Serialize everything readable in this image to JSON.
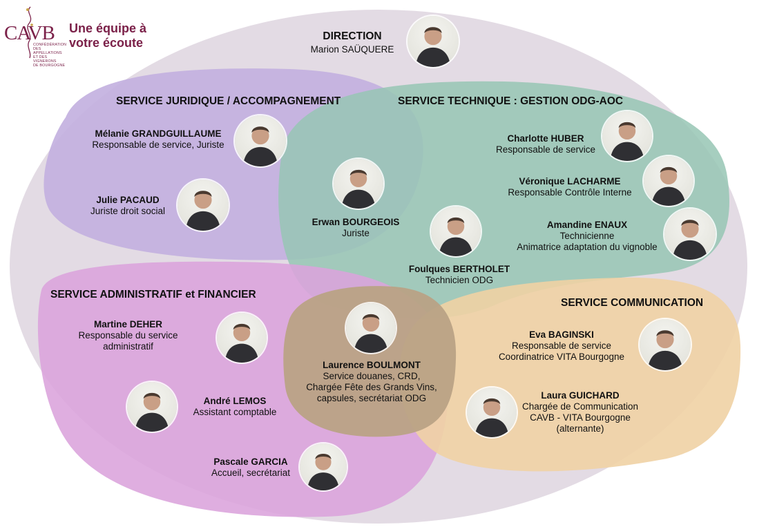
{
  "logo": {
    "letters": "CAVB",
    "subtitle_lines": [
      "CONFÉDÉRATION",
      "DES APPELLATIONS",
      "ET DES VIGNERONS",
      "DE BOURGOGNE"
    ],
    "tagline_line1": "Une équipe à",
    "tagline_line2": "votre écoute"
  },
  "colors": {
    "outer": "#e3dbe4",
    "juridique": "#c3b1e0",
    "technique": "#a2cbbd",
    "administratif": "#dfa9df",
    "communication": "#f1d5a9",
    "center": "#bca68a",
    "brand": "#7b2149"
  },
  "direction": {
    "title": "DIRECTION",
    "person": {
      "name": "Marion SAÜQUERE"
    }
  },
  "juridique": {
    "title": "SERVICE JURIDIQUE / ACCOMPAGNEMENT",
    "people": [
      {
        "name": "Mélanie GRANDGUILLAUME",
        "role1": "Responsable de service, Juriste"
      },
      {
        "name": "Julie PACAUD",
        "role1": "Juriste droit social"
      }
    ]
  },
  "shared_jt": {
    "name": "Erwan BOURGEOIS",
    "role1": "Juriste"
  },
  "technique": {
    "title": "SERVICE TECHNIQUE : GESTION ODG-AOC",
    "people": [
      {
        "name": "Charlotte HUBER",
        "role1": "Responsable de service"
      },
      {
        "name": "Véronique LACHARME",
        "role1": "Responsable Contrôle Interne"
      },
      {
        "name": "Amandine ENAUX",
        "role1": "Technicienne",
        "role2": "Animatrice adaptation du vignoble"
      },
      {
        "name": "Foulques BERTHOLET",
        "role1": "Technicien ODG"
      }
    ]
  },
  "administratif": {
    "title": "SERVICE ADMINISTRATIF et FINANCIER",
    "people": [
      {
        "name": "Martine DEHER",
        "role1": "Responsable du service",
        "role2": "administratif"
      },
      {
        "name": "André LEMOS",
        "role1": "Assistant comptable"
      },
      {
        "name": "Pascale GARCIA",
        "role1": "Accueil, secrétariat"
      }
    ]
  },
  "center": {
    "name": "Laurence BOULMONT",
    "role1": "Service douanes, CRD,",
    "role2": "Chargée Fête des Grands Vins,",
    "role3": "capsules, secrétariat ODG"
  },
  "communication": {
    "title": "SERVICE COMMUNICATION",
    "people": [
      {
        "name": "Eva BAGINSKI",
        "role1": "Responsable de service",
        "role2": "Coordinatrice VITA Bourgogne"
      },
      {
        "name": "Laura GUICHARD",
        "role1": "Chargée de Communication",
        "role2": "CAVB - VITA Bourgogne",
        "role3": "(alternante)"
      }
    ]
  }
}
